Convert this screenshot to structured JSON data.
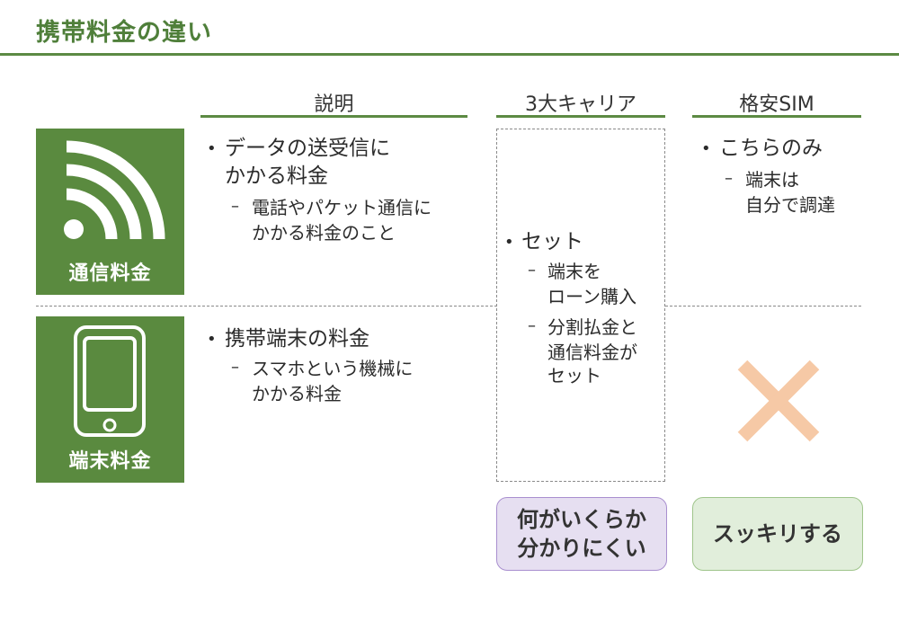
{
  "title": "携帯料金の違い",
  "columns": {
    "explanation": "説明",
    "carrier": "3大キャリア",
    "cheap_sim": "格安SIM"
  },
  "rows": {
    "communication": {
      "label": "通信料金",
      "icon": "wifi-signal-icon",
      "explanation_main_1": "データの送受信に",
      "explanation_main_2": "かかる料金",
      "explanation_sub_1": "電話やパケット通信に",
      "explanation_sub_2": "かかる料金のこと",
      "cheap_main": "こちらのみ",
      "cheap_sub_1": "端末は",
      "cheap_sub_2": "自分で調達"
    },
    "device": {
      "label": "端末料金",
      "icon": "smartphone-icon",
      "explanation_main": "携帯端末の料金",
      "explanation_sub_1": "スマホという機械に",
      "explanation_sub_2": "かかる料金",
      "cheap_mark": "cross-icon"
    }
  },
  "carrier_box": {
    "main": "セット",
    "sub_a_1": "端末を",
    "sub_a_2": "ローン購入",
    "sub_b_1": "分割払金と",
    "sub_b_2": "通信料金が",
    "sub_b_3": "セット"
  },
  "callouts": {
    "carrier_1": "何がいくらか",
    "carrier_2": "分かりにくい",
    "cheap": "スッキリする"
  },
  "colors": {
    "accent_green": "#5a8a3f",
    "cross_orange": "#f6c9a6",
    "purple_fill": "#e6dff1",
    "green_fill": "#e1eedb"
  }
}
